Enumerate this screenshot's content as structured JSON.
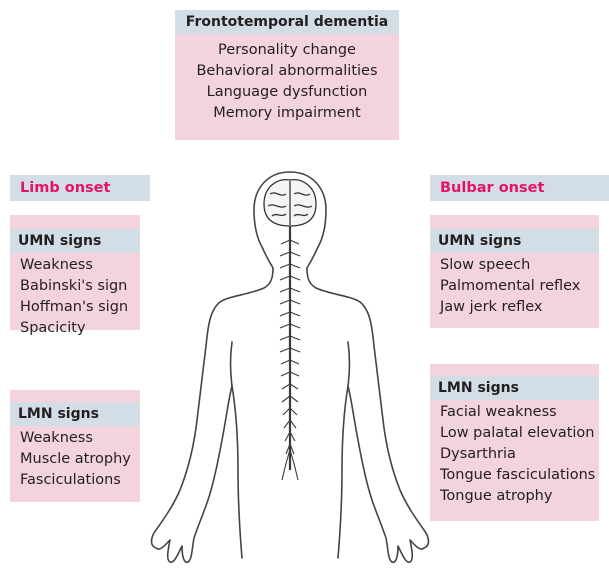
{
  "frontotemporal": {
    "title": "Frontotemporal dementia",
    "items": [
      "Personality change",
      "Behavioral abnormalities",
      "Language dysfunction",
      "Memory impairment"
    ]
  },
  "limb_onset": {
    "label": "Limb onset",
    "umn": {
      "title": "UMN signs",
      "items": [
        "Weakness",
        "Babinski's sign",
        "Hoffman's sign",
        "Spacicity"
      ]
    },
    "lmn": {
      "title": "LMN signs",
      "items": [
        "Weakness",
        "Muscle atrophy",
        "Fasciculations"
      ]
    }
  },
  "bulbar_onset": {
    "label": "Bulbar onset",
    "umn": {
      "title": "UMN signs",
      "items": [
        "Slow speech",
        "Palmomental reflex",
        "Jaw jerk reflex"
      ]
    },
    "lmn": {
      "title": "LMN signs",
      "items": [
        "Facial weakness",
        "Low palatal elevation",
        "Dysarthria",
        "Tongue fasciculations",
        "Tongue atrophy"
      ]
    }
  },
  "colors": {
    "box_fill": "#f2d3de",
    "header_fill": "#d3dde5",
    "onset_text": "#e5126b"
  }
}
